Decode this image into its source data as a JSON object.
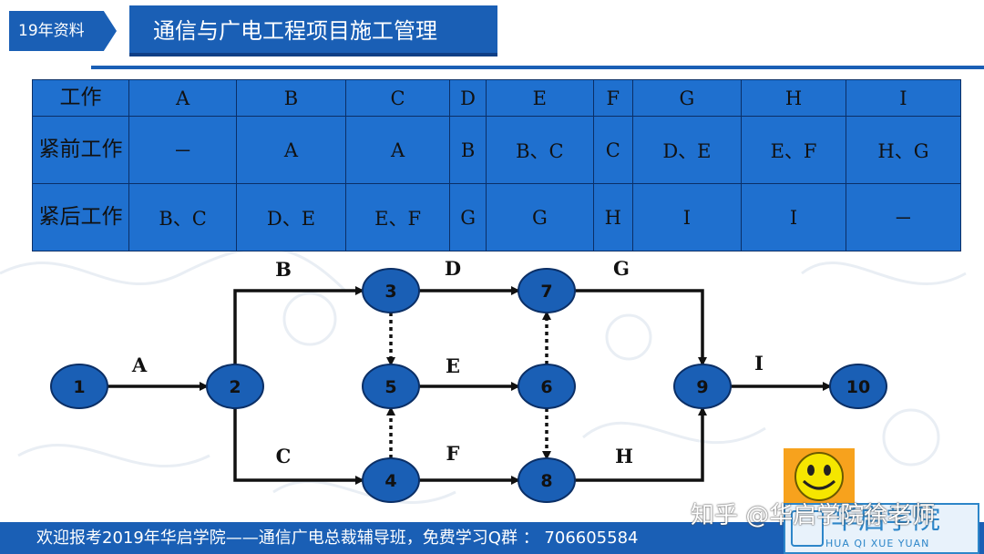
{
  "header": {
    "tag_label": "19年资料",
    "title": "通信与广电工程项目施工管理"
  },
  "table": {
    "row_labels": [
      "工作",
      "紧前工作",
      "紧后工作"
    ],
    "work": [
      "A",
      "B",
      "C",
      "D",
      "E",
      "F",
      "G",
      "H",
      "I"
    ],
    "predecessors": [
      "－",
      "A",
      "A",
      "B",
      "B、C",
      "C",
      "D、E",
      "E、F",
      "H、G"
    ],
    "successors": [
      "B、C",
      "D、E",
      "E、F",
      "G",
      "G",
      "H",
      "I",
      "I",
      "－"
    ]
  },
  "network": {
    "nodes": [
      "1",
      "2",
      "3",
      "4",
      "5",
      "6",
      "7",
      "8",
      "9",
      "10"
    ],
    "activities": [
      {
        "label": "A",
        "from": "1",
        "to": "2"
      },
      {
        "label": "B",
        "from": "2",
        "to": "3"
      },
      {
        "label": "C",
        "from": "2",
        "to": "4"
      },
      {
        "label": "D",
        "from": "3",
        "to": "7"
      },
      {
        "label": "E",
        "from": "5",
        "to": "6"
      },
      {
        "label": "F",
        "from": "4",
        "to": "8"
      },
      {
        "label": "G",
        "from": "7",
        "to": "9"
      },
      {
        "label": "H",
        "from": "8",
        "to": "9"
      },
      {
        "label": "I",
        "from": "9",
        "to": "10"
      }
    ],
    "dummies": [
      {
        "from": "3",
        "to": "5"
      },
      {
        "from": "4",
        "to": "5"
      },
      {
        "from": "6",
        "to": "7"
      },
      {
        "from": "6",
        "to": "8"
      }
    ],
    "node_color": "#1a5fb5"
  },
  "footer": {
    "text": "欢迎报考2019年华启学院——通信广电总裁辅导班，免费学习Q群 ： 706605584"
  },
  "watermark": "知乎 @华启学院徐老师",
  "logo": {
    "name": "华启学院",
    "subtitle": "HUA QI XUE YUAN"
  },
  "colors": {
    "primary": "#1a5fb5",
    "table_fill": "#1f70cf"
  }
}
